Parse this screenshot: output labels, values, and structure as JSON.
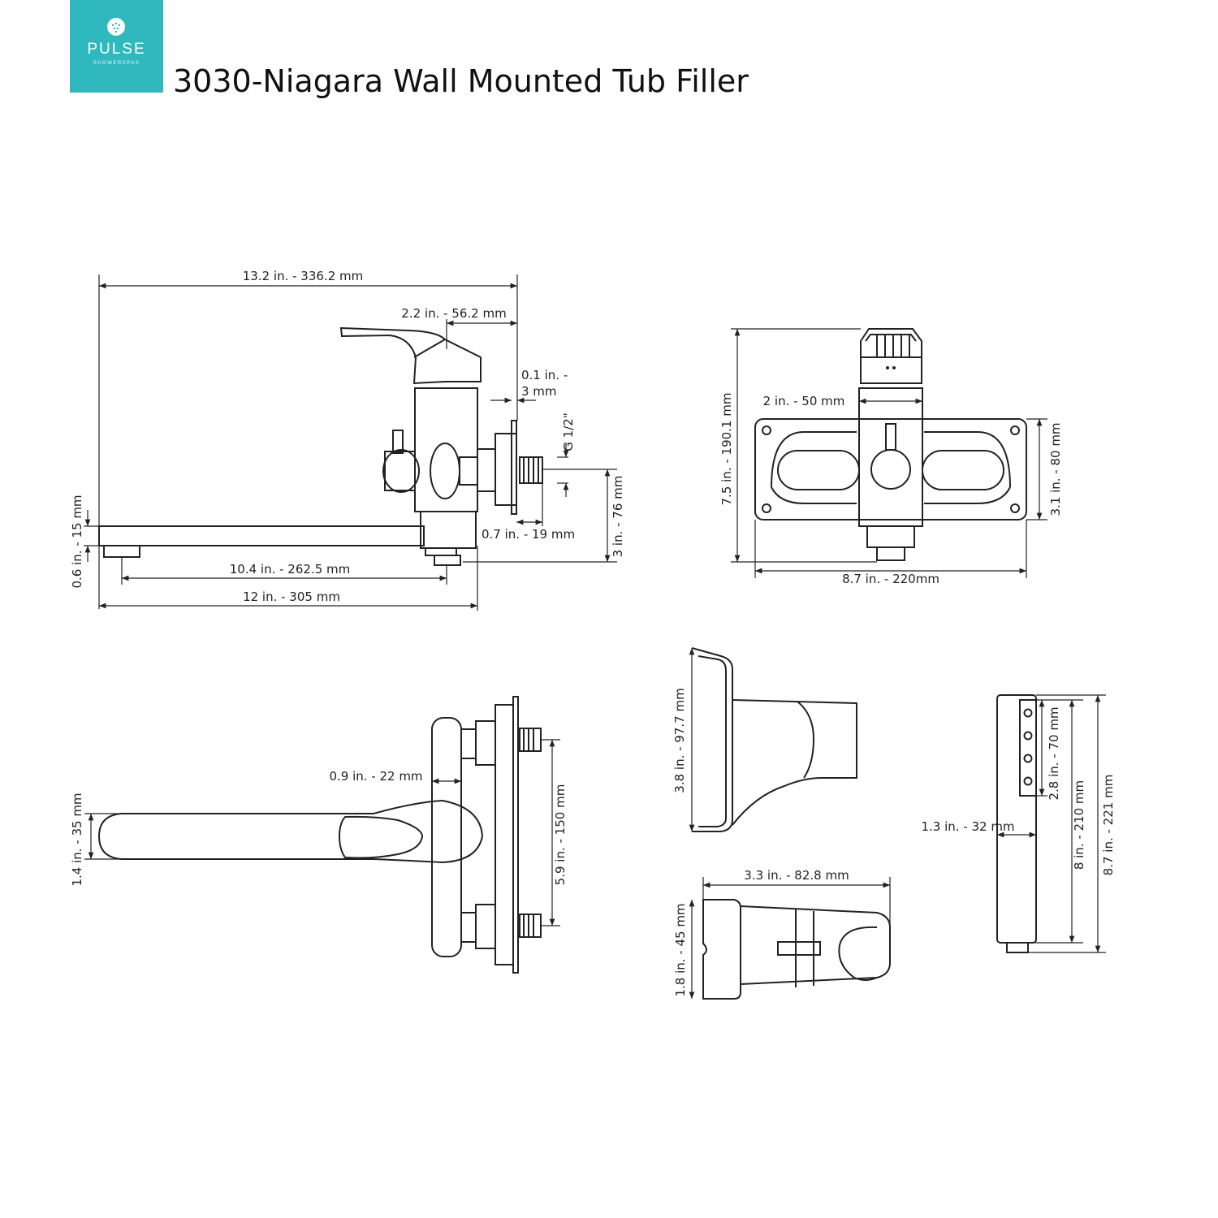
{
  "brand": {
    "name": "PULSE",
    "tagline": "SHOWERSPAS",
    "color": "#2fb8bd"
  },
  "title": "3030-Niagara Wall Mounted Tub Filler",
  "dimensions": {
    "side": {
      "overall_width": "13.2 in. - 336.2 mm",
      "handle_offset": "2.2 in. - 56.2 mm",
      "flange_gap_a": "0.1 in. -",
      "flange_gap_b": "3 mm",
      "thread": "G 1/2\"",
      "connector_depth": "0.7 in. - 19 mm",
      "height_from_spout": "3 in. - 76 mm",
      "spout_thickness": "0.6 in. - 15 mm",
      "spout_reach": "10.4 in. - 262.5 mm",
      "spout_length": "12 in. - 305 mm"
    },
    "front": {
      "diameter": "2 in. - 50 mm",
      "height": "7.5 in. - 190.1 mm",
      "plate_height": "3.1 in. - 80 mm",
      "plate_width": "8.7 in. - 220mm"
    },
    "top": {
      "wall_gap": "0.9 in. - 22 mm",
      "spout_width": "1.4 in. - 35 mm",
      "centers": "5.9 in. - 150 mm"
    },
    "holder_side": {
      "height": "3.8 in. - 97.7 mm"
    },
    "holder_top": {
      "depth": "3.3 in. - 82.8 mm",
      "height": "1.8 in. - 45 mm"
    },
    "handshower": {
      "diameter": "1.3 in. - 32 mm",
      "face_length": "2.8 in. - 70 mm",
      "length": "8 in. - 210 mm",
      "overall_length": "8.7 in. - 221 mm"
    }
  }
}
